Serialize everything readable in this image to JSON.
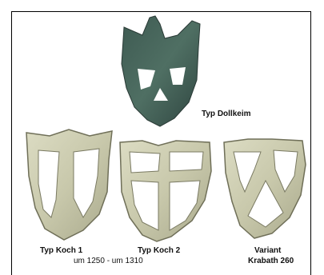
{
  "labels": {
    "dollkeim": "Typ Dollkeim",
    "koch1": "Typ Koch 1",
    "koch2": "Typ Koch 2",
    "variant_line1": "Variant",
    "variant_line2": "Krabath 260",
    "date_range": "um 1250 - um 1310"
  }
}
